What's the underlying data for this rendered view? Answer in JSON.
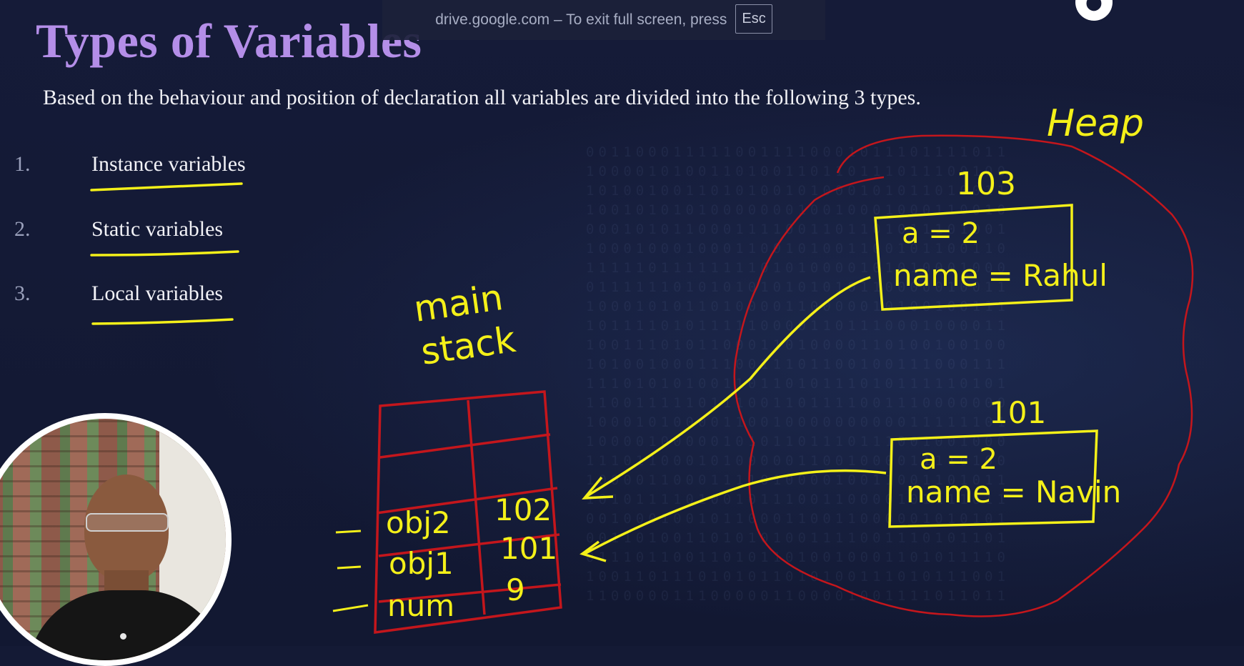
{
  "fullscreen_notice": {
    "message": "drive.google.com – To exit full screen, press",
    "key": "Esc"
  },
  "slide": {
    "title": "Types of Variables",
    "subtitle": "Based on the behaviour and position of declaration all variables are divided into the following 3 types.",
    "items": [
      {
        "number": "1.",
        "label": "Instance variables"
      },
      {
        "number": "2.",
        "label": "Static variables"
      },
      {
        "number": "3.",
        "label": "Local variables"
      }
    ]
  },
  "handwriting": {
    "heap_label": "Heap",
    "stack_label_line1": "main",
    "stack_label_line2": "stack",
    "heap_object_top": {
      "address": "103",
      "line1": "a = 2",
      "line2": "name = Rahul"
    },
    "heap_object_bottom": {
      "address": "101",
      "line1": "a = 2",
      "line2": "name = Navin"
    },
    "stack_rows": [
      {
        "name": "obj2",
        "value": "102"
      },
      {
        "name": "obj1",
        "value": "101"
      },
      {
        "name": "num",
        "value": "9"
      }
    ]
  },
  "colors": {
    "title": "#b48ee8",
    "background": "#141a35",
    "marker_yellow": "#f4f019",
    "marker_red": "#c4161c"
  },
  "icons": {
    "logo": "logo-icon",
    "presenter": "presenter-video"
  }
}
